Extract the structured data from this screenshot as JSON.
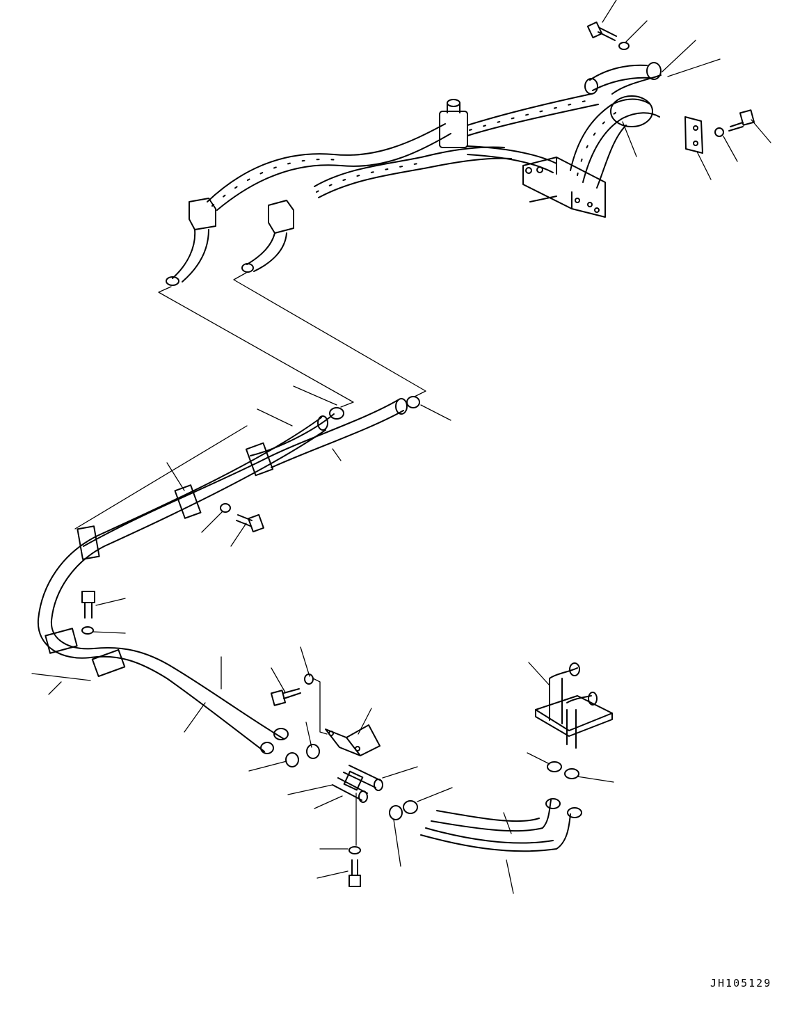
{
  "diagram": {
    "type": "exploded-parts-diagram",
    "drawing_number": "JH105129",
    "colors": {
      "line": "#000000",
      "background": "#ffffff"
    },
    "parts": [
      {
        "id": "hose-assembly-upper",
        "name": "heater-hose-assembly"
      },
      {
        "id": "heater-valve-block",
        "name": "valve-block"
      },
      {
        "id": "hose-pair-long",
        "name": "heater-hose-pair"
      },
      {
        "id": "hose-pair-short",
        "name": "short-hose-pair"
      },
      {
        "id": "connector-block",
        "name": "hose-connector"
      },
      {
        "id": "joint-fitting",
        "name": "pipe-joint"
      },
      {
        "id": "mount-bracket",
        "name": "bracket"
      },
      {
        "id": "top-cover-plate",
        "name": "cover-plate"
      },
      {
        "id": "bolts",
        "name": "bolt"
      },
      {
        "id": "washers",
        "name": "washer"
      },
      {
        "id": "hose-clamps",
        "name": "clamp"
      }
    ]
  }
}
